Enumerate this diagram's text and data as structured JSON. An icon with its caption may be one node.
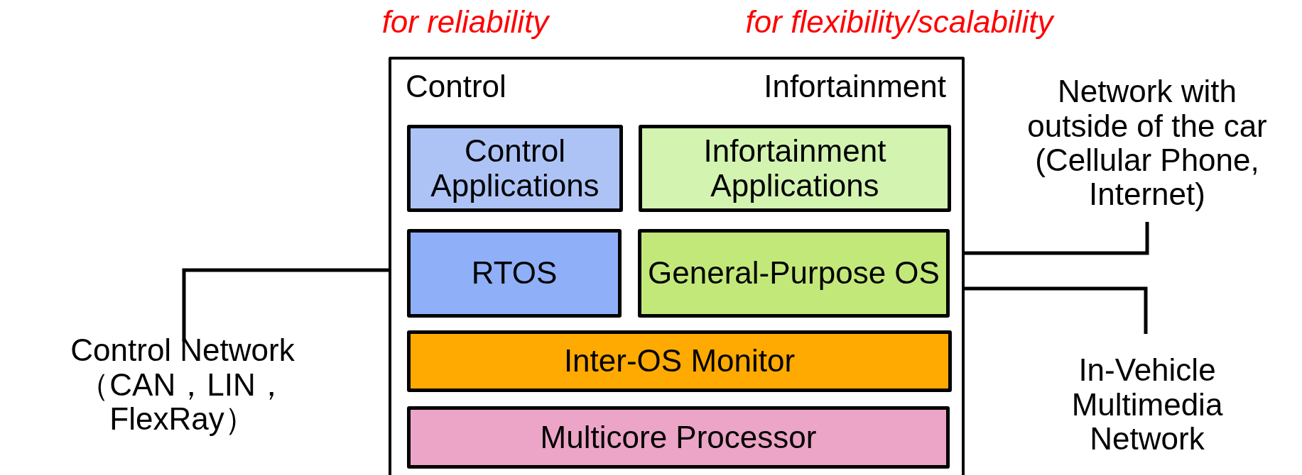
{
  "diagram": {
    "nodes": [
      {
        "text": [
          "Control",
          "Infortainment"
        ]
      },
      {
        "text": [
          "Control Applications"
        ],
        "in": 0
      },
      {
        "text": [
          "Infortainment Applications"
        ],
        "in": 0
      },
      {
        "text": [
          "RTOS"
        ],
        "in": 0
      },
      {
        "text": [
          "General-Purpose OS"
        ],
        "in": 0
      },
      {
        "text": [
          "Inter-OS Monitor"
        ],
        "in": 0
      },
      {
        "text": [
          "Multicore Processor"
        ],
        "in": 0
      },
      {
        "text": [
          "Control Network （CAN，LIN，FlexRay）"
        ]
      },
      {
        "text": [
          "Network with outside of the car (Cellular Phone, Internet)"
        ]
      },
      {
        "text": [
          "In-Vehicle Multimedia Network"
        ]
      }
    ],
    "edges": [
      {
        "from": 3,
        "to": 7,
        "arrow": "none"
      },
      {
        "from": 4,
        "to": 8,
        "arrow": "none"
      },
      {
        "from": 4,
        "to": 9,
        "arrow": "none"
      }
    ],
    "labels": [
      "for reliability",
      "for flexibility/scalability"
    ]
  }
}
